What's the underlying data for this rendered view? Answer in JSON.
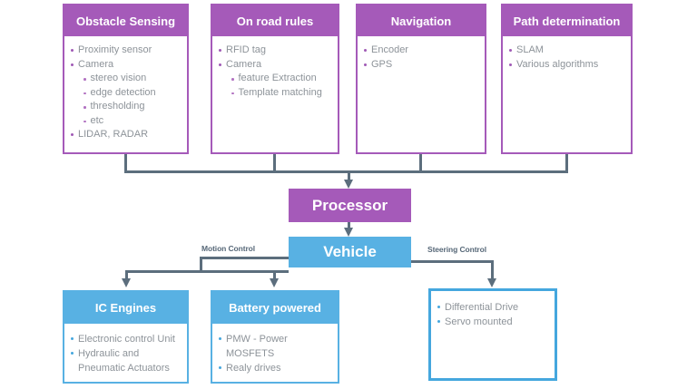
{
  "top_boxes": [
    {
      "title": "Obstacle Sensing",
      "items": [
        {
          "text": "Proximity sensor"
        },
        {
          "text": "Camera"
        },
        {
          "text": "stereo vision"
        },
        {
          "text": "edge detection"
        },
        {
          "text": "thresholding"
        },
        {
          "text": "etc"
        },
        {
          "text": "LIDAR, RADAR"
        }
      ]
    },
    {
      "title": "On road rules",
      "items": [
        {
          "text": "RFID tag"
        },
        {
          "text": "Camera"
        },
        {
          "text": "feature Extraction"
        },
        {
          "text": "Template matching"
        }
      ]
    },
    {
      "title": "Navigation",
      "items": [
        {
          "text": "Encoder"
        },
        {
          "text": "GPS"
        }
      ]
    },
    {
      "title": "Path determination",
      "items": [
        {
          "text": "SLAM"
        },
        {
          "text": "Various algorithms"
        }
      ]
    }
  ],
  "processor": {
    "label": "Processor"
  },
  "vehicle": {
    "label": "Vehicle"
  },
  "edge_labels": {
    "motion": "Motion Control",
    "steering": "Steering Control"
  },
  "bottom_boxes": [
    {
      "title": "IC Engines",
      "items": [
        {
          "text": "Electronic control Unit"
        },
        {
          "text": "Hydraulic and\nPneumatic Actuators"
        }
      ]
    },
    {
      "title": "Battery powered",
      "items": [
        {
          "text": "PMW - Power\nMOSFETS"
        },
        {
          "text": "Realy drives"
        }
      ]
    },
    {
      "title": "",
      "items": [
        {
          "text": "Differential Drive"
        },
        {
          "text": "Servo mounted"
        }
      ]
    }
  ],
  "colors": {
    "purple": "#a55ab9",
    "blue": "#58b1e3",
    "blue_border": "#45a7de",
    "connector": "#5c6e7d",
    "body_text": "#8d9399",
    "edge_label_text": "#576878"
  }
}
